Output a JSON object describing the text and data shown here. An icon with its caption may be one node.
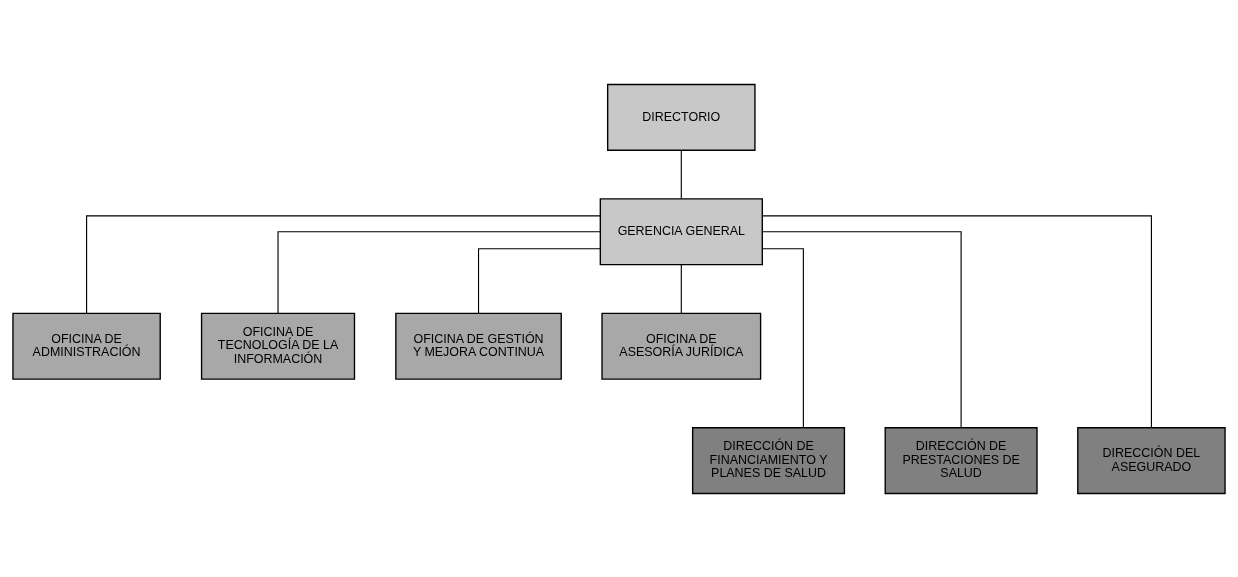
{
  "diagram": {
    "nodes": [
      {
        "text": [
          "DIRECTORIO"
        ]
      },
      {
        "text": [
          "GERENCIA GENERAL"
        ]
      },
      {
        "text": [
          "OFICINA DE ADMINISTRACIÓN"
        ]
      },
      {
        "text": [
          "OFICINA DE TECNOLOGÍA DE LA INFORMACIÓN"
        ]
      },
      {
        "text": [
          "OFICINA DE GESTIÓN Y MEJORA CONTINUA"
        ]
      },
      {
        "text": [
          "OFICINA DE ASESORÍA JURÍDICA"
        ]
      },
      {
        "text": [
          "DIRECCIÓN DE FINANCIAMIENTO Y PLANES DE SALUD"
        ]
      },
      {
        "text": [
          "DIRECCIÓN DE PRESTACIONES DE SALUD"
        ]
      },
      {
        "text": [
          "DIRECCIÓN DEL ASEGURADO"
        ]
      }
    ],
    "edges": [
      {
        "from": 0,
        "to": 1,
        "arrow": "none"
      },
      {
        "from": 1,
        "to": 2,
        "arrow": "none"
      },
      {
        "from": 1,
        "to": 3,
        "arrow": "none"
      },
      {
        "from": 1,
        "to": 4,
        "arrow": "none"
      },
      {
        "from": 1,
        "to": 5,
        "arrow": "none"
      },
      {
        "from": 1,
        "to": 6,
        "arrow": "none"
      },
      {
        "from": 1,
        "to": 7,
        "arrow": "none"
      },
      {
        "from": 1,
        "to": 8,
        "arrow": "none"
      }
    ]
  }
}
